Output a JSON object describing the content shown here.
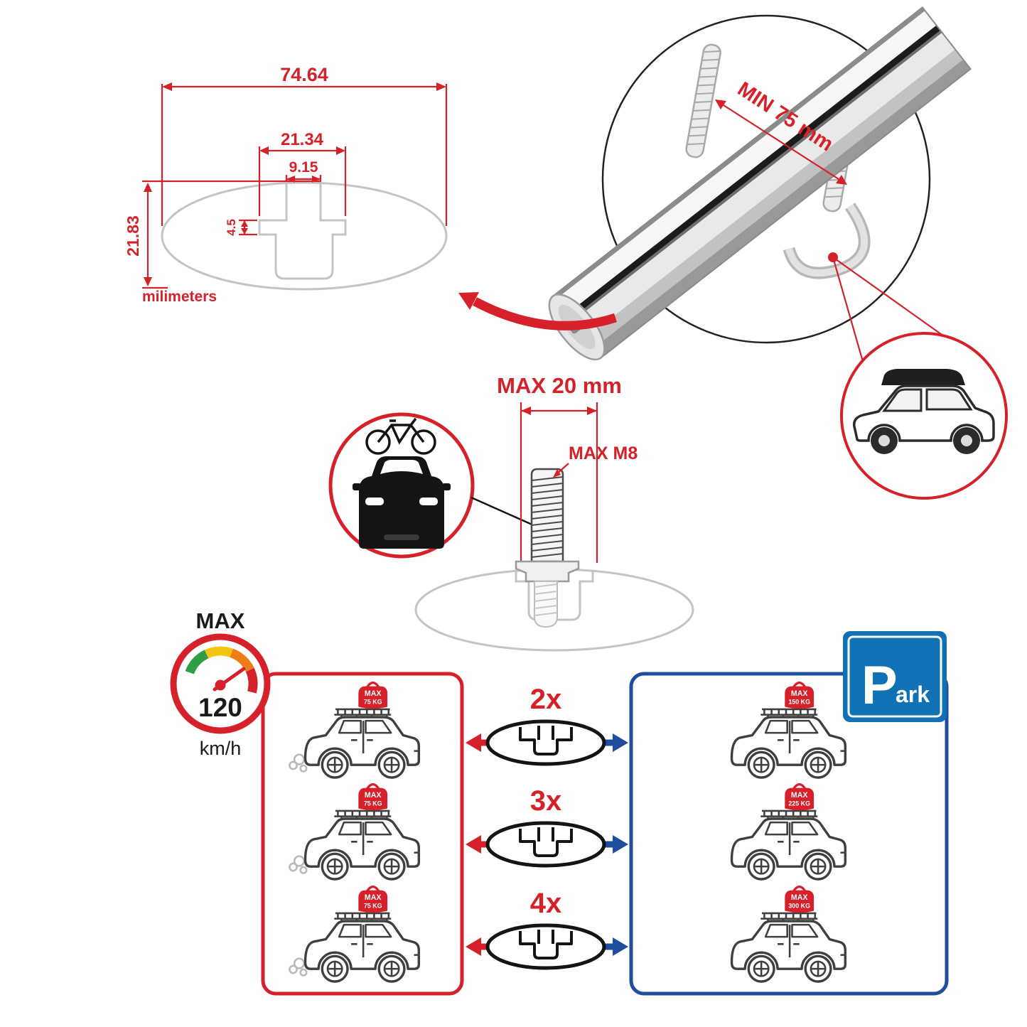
{
  "colors": {
    "accent_red": "#d6212a",
    "panel_blue": "#1e4e9c",
    "sign_blue": "#1071b5",
    "drawing_gray": "#c4c4c4",
    "line_black": "#1a1a1a"
  },
  "profile_dimensions": {
    "total_width": "74.64",
    "channel_width": "21.34",
    "slot_width": "9.15",
    "slot_depth": "4.5",
    "total_height": "21.83",
    "units_label": "milimeters"
  },
  "clamp_detail": {
    "min_spacing_label": "MIN 75 mm"
  },
  "bolt_detail": {
    "max_depth_label": "MAX 20 mm",
    "max_thread_label": "MAX M8"
  },
  "speed_limit": {
    "title": "MAX",
    "value": "120",
    "unit": "km/h"
  },
  "comparison": {
    "rows": [
      {
        "multiplier": "2x",
        "drive_tag": {
          "label": "MAX",
          "weight": "75 KG"
        },
        "park_tag": {
          "label": "MAX",
          "weight": "150 KG"
        }
      },
      {
        "multiplier": "3x",
        "drive_tag": {
          "label": "MAX",
          "weight": "75 KG"
        },
        "park_tag": {
          "label": "MAX",
          "weight": "225 KG"
        }
      },
      {
        "multiplier": "4x",
        "drive_tag": {
          "label": "MAX",
          "weight": "75 KG"
        },
        "park_tag": {
          "label": "MAX",
          "weight": "300 KG"
        }
      }
    ],
    "park_sign": {
      "letter": "P",
      "suffix": "ark"
    }
  }
}
